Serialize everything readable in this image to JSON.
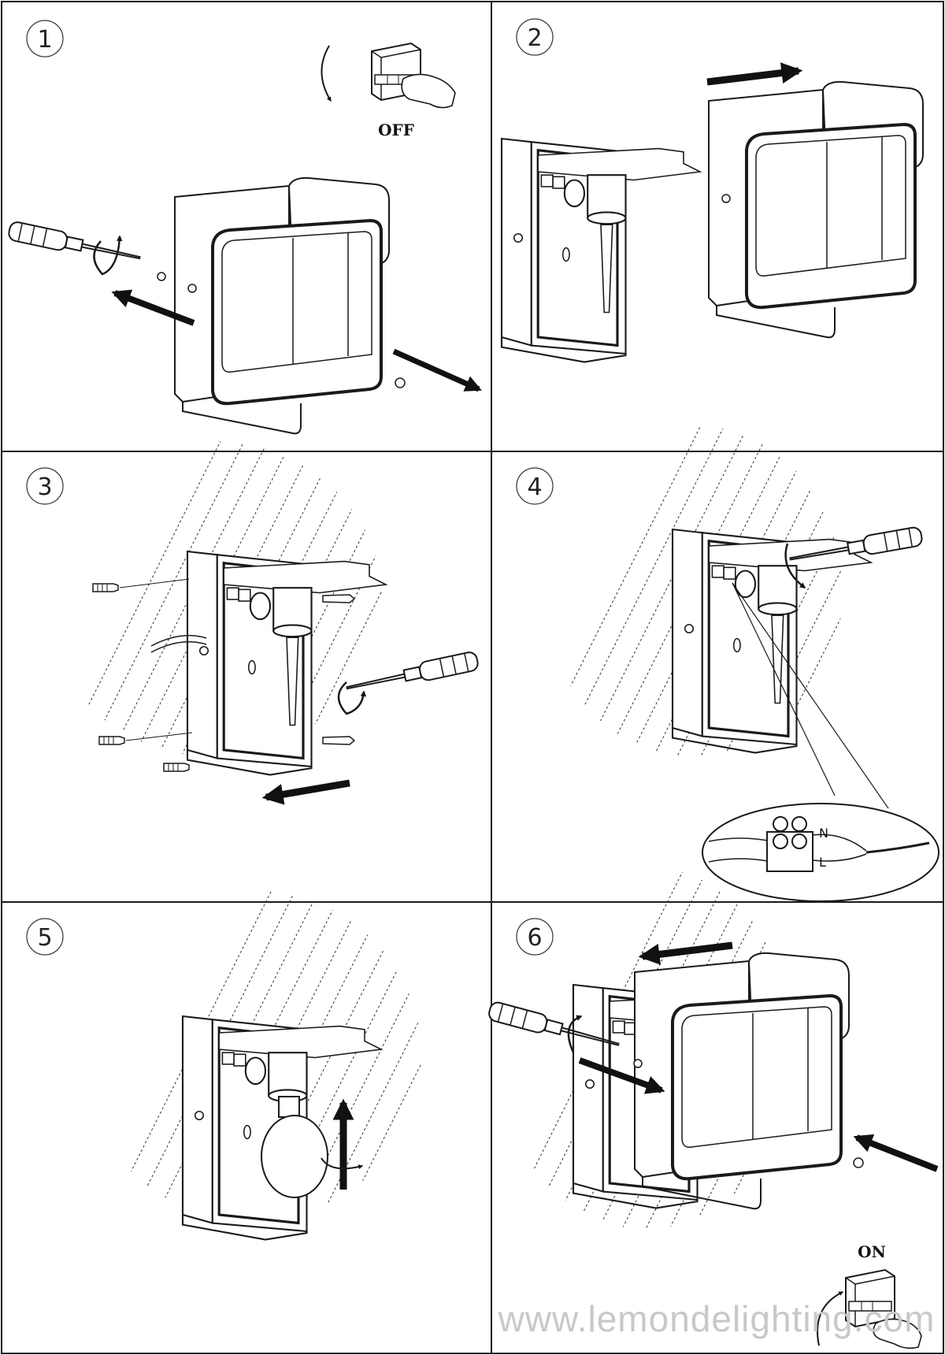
{
  "panels": [
    {
      "number": "1",
      "label": "OFF"
    },
    {
      "number": "2"
    },
    {
      "number": "3"
    },
    {
      "number": "4",
      "wire_labels": {
        "neutral": "N",
        "live": "L"
      }
    },
    {
      "number": "5"
    },
    {
      "number": "6",
      "label": "ON"
    }
  ],
  "watermark": "www.lemondelighting.com",
  "colors": {
    "line": "#1a1a1a",
    "fill": "#ffffff"
  },
  "icons": [
    "screwdriver-icon",
    "arrow-icon",
    "rotate-arrow-icon",
    "circuit-breaker-switch-icon",
    "hand-icon",
    "light-bulb-icon",
    "wall-plug-icon",
    "screw-icon",
    "terminal-block-icon"
  ]
}
